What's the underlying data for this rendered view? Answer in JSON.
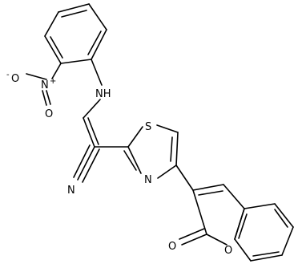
{
  "diagram": {
    "type": "chemical-structure",
    "atom_labels": {
      "nitro_n": "N",
      "nitro_n_charge": "+",
      "nitro_o_top": "O",
      "nitro_o_top_charge": "-",
      "nitro_o_bottom": "O",
      "amine": "NH",
      "sulfur": "S",
      "thiazole_n": "N",
      "nitrile_n": "N",
      "carbonyl_o": "O",
      "ring_o": "O"
    },
    "colors": {
      "bond": "#000000",
      "label": "#000000",
      "background": "#ffffff"
    }
  }
}
